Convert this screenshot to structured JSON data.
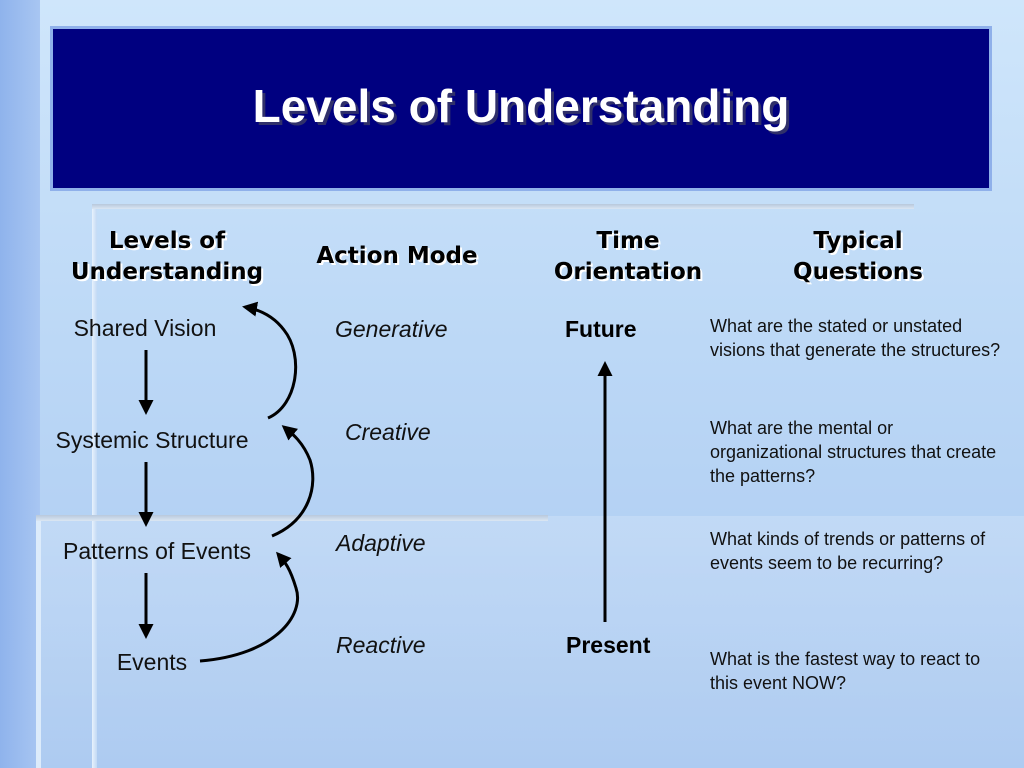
{
  "slide": {
    "title": "Levels of Understanding",
    "headers": {
      "levels": [
        "Levels of",
        "Understanding"
      ],
      "action_mode": "Action Mode",
      "time": [
        "Time",
        "Orientation"
      ],
      "questions": [
        "Typical",
        "Questions"
      ]
    },
    "levels": [
      "Shared Vision",
      "Systemic Structure",
      "Patterns of Events",
      "Events"
    ],
    "action_modes": [
      "Generative",
      "Creative",
      "Adaptive",
      "Reactive"
    ],
    "time_orientation": {
      "top": "Future",
      "bottom": "Present"
    },
    "questions": [
      "What are the stated or unstated visions that generate the structures?",
      "What are the mental or organizational structures that create the patterns?",
      "What kinds of trends or patterns of events seem to be recurring?",
      "What is the fastest way to react to this event NOW?"
    ]
  },
  "colors": {
    "title_bg": "#000080",
    "title_text": "#ffffff",
    "background": "#bcd8f6"
  }
}
